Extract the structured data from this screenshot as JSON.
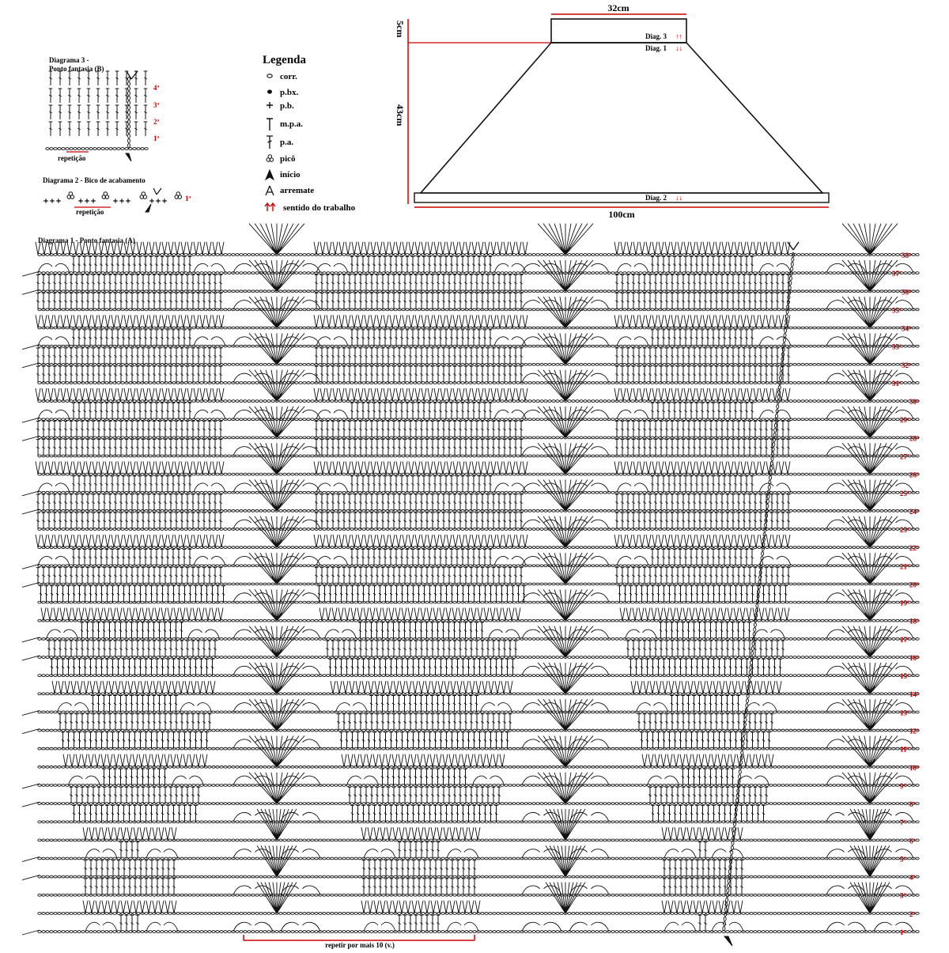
{
  "colors": {
    "ink": "#111111",
    "accent": "#cc0000"
  },
  "legend": {
    "title": "Legenda",
    "items": [
      {
        "icon": "chain-icon",
        "label": "corr."
      },
      {
        "icon": "slip-stitch-icon",
        "label": "p.bx."
      },
      {
        "icon": "single-crochet-icon",
        "label": "p.b."
      },
      {
        "icon": "half-double-crochet-icon",
        "label": "m.p.a."
      },
      {
        "icon": "double-crochet-icon",
        "label": "p.a."
      },
      {
        "icon": "picot-icon",
        "label": "picô"
      },
      {
        "icon": "start-icon",
        "label": "início"
      },
      {
        "icon": "finish-icon",
        "label": "arremate"
      },
      {
        "icon": "direction-arrows-icon",
        "label": "sentido do trabalho"
      }
    ]
  },
  "schematic": {
    "top_width": "32cm",
    "band_height": "5cm",
    "body_height": "43cm",
    "bottom_width": "100cm",
    "labels": {
      "diag3": "Diag. 3",
      "diag1": "Diag. 1",
      "diag2": "Diag. 2"
    }
  },
  "diagram3": {
    "title_line1": "Diagrama 3 -",
    "title_line2": "Ponto fantasia (B)",
    "rows": [
      "4ª",
      "3ª",
      "2ª",
      "1ª"
    ],
    "repeat_label": "repetição"
  },
  "diagram2": {
    "title": "Diagrama 2 - Bico de acabamento",
    "row": "1ª",
    "repeat_label": "repetição"
  },
  "diagram1": {
    "title": "Diagrama 1 - Ponto fantasia (A)",
    "rows": [
      "38ª",
      "37ª",
      "36ª",
      "35ª",
      "34ª",
      "33ª",
      "32ª",
      "31ª",
      "30ª",
      "29ª",
      "28ª",
      "27ª",
      "26ª",
      "25ª",
      "24ª",
      "23ª",
      "22ª",
      "21ª",
      "20ª",
      "19ª",
      "18ª",
      "17ª",
      "16ª",
      "15ª",
      "14ª",
      "13ª",
      "12ª",
      "11ª",
      "10ª",
      "9ª",
      "8ª",
      "7ª",
      "6ª",
      "5ª",
      "4ª",
      "3ª",
      "2ª",
      "1ª"
    ],
    "repeat_label": "repetir por mais 10 (v.)"
  }
}
